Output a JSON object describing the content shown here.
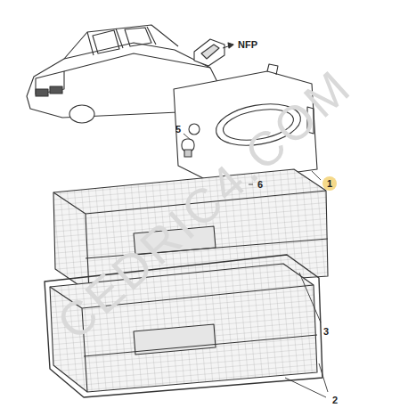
{
  "diagram": {
    "labels": [
      "NFP",
      "5",
      "6",
      "1",
      "3",
      "2",
      "CEDRIC4.COM"
    ]
  }
}
